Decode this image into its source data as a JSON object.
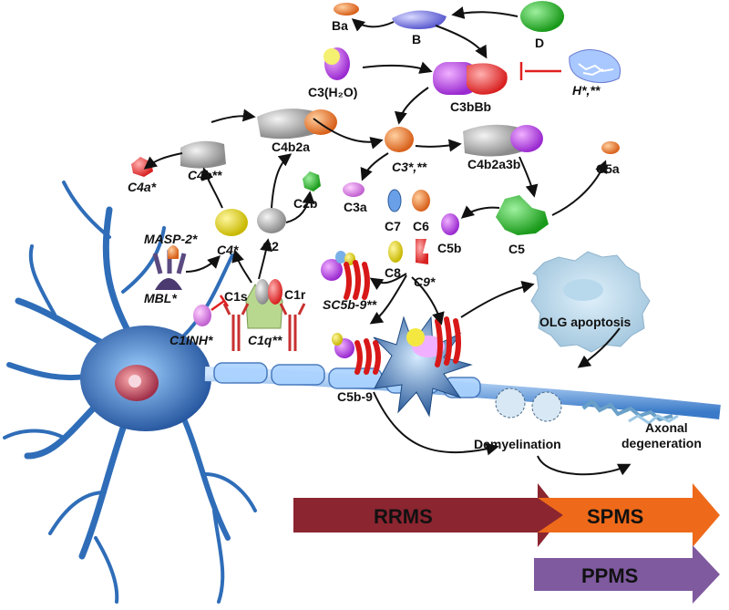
{
  "labels": {
    "ba": "Ba",
    "b": "B",
    "d": "D",
    "c3h2o": "C3(H₂O)",
    "c3bbb": "C3bBb",
    "h": "H*,**",
    "c4b2a": "C4b2a",
    "c4b": "C4b**",
    "c4a": "C4a*",
    "c3": "C3*,**",
    "c4b2a3b": "C4b2a3b",
    "c5a": "C5a",
    "c2b": "C2b",
    "c3a": "C3a",
    "c7": "C7",
    "c6": "C6",
    "c5b": "C5b",
    "c5": "C5",
    "masp2": "MASP-2*",
    "c4": "C4*",
    "c2": "C2",
    "c8": "C8",
    "c9": "C9*",
    "mbl": "MBL*",
    "c1s": "C1s",
    "c1r": "C1r",
    "sc5b9": "SC5b-9**",
    "c1inh": "C1INH*",
    "c1q": "C1q**",
    "olg": "OLG apoptosis",
    "c5b9": "C5b-9",
    "demyel": "Demyelination",
    "axonal1": "Axonal",
    "axonal2": "degeneration"
  },
  "phases": {
    "rrms": "RRMS",
    "spms": "SPMS",
    "ppms": "PPMS"
  },
  "colors": {
    "rrms": "#8b2530",
    "spms": "#ee6a1a",
    "ppms": "#7f5a9f",
    "neuron": "#2f6db8",
    "inhibit": "#e02020"
  }
}
